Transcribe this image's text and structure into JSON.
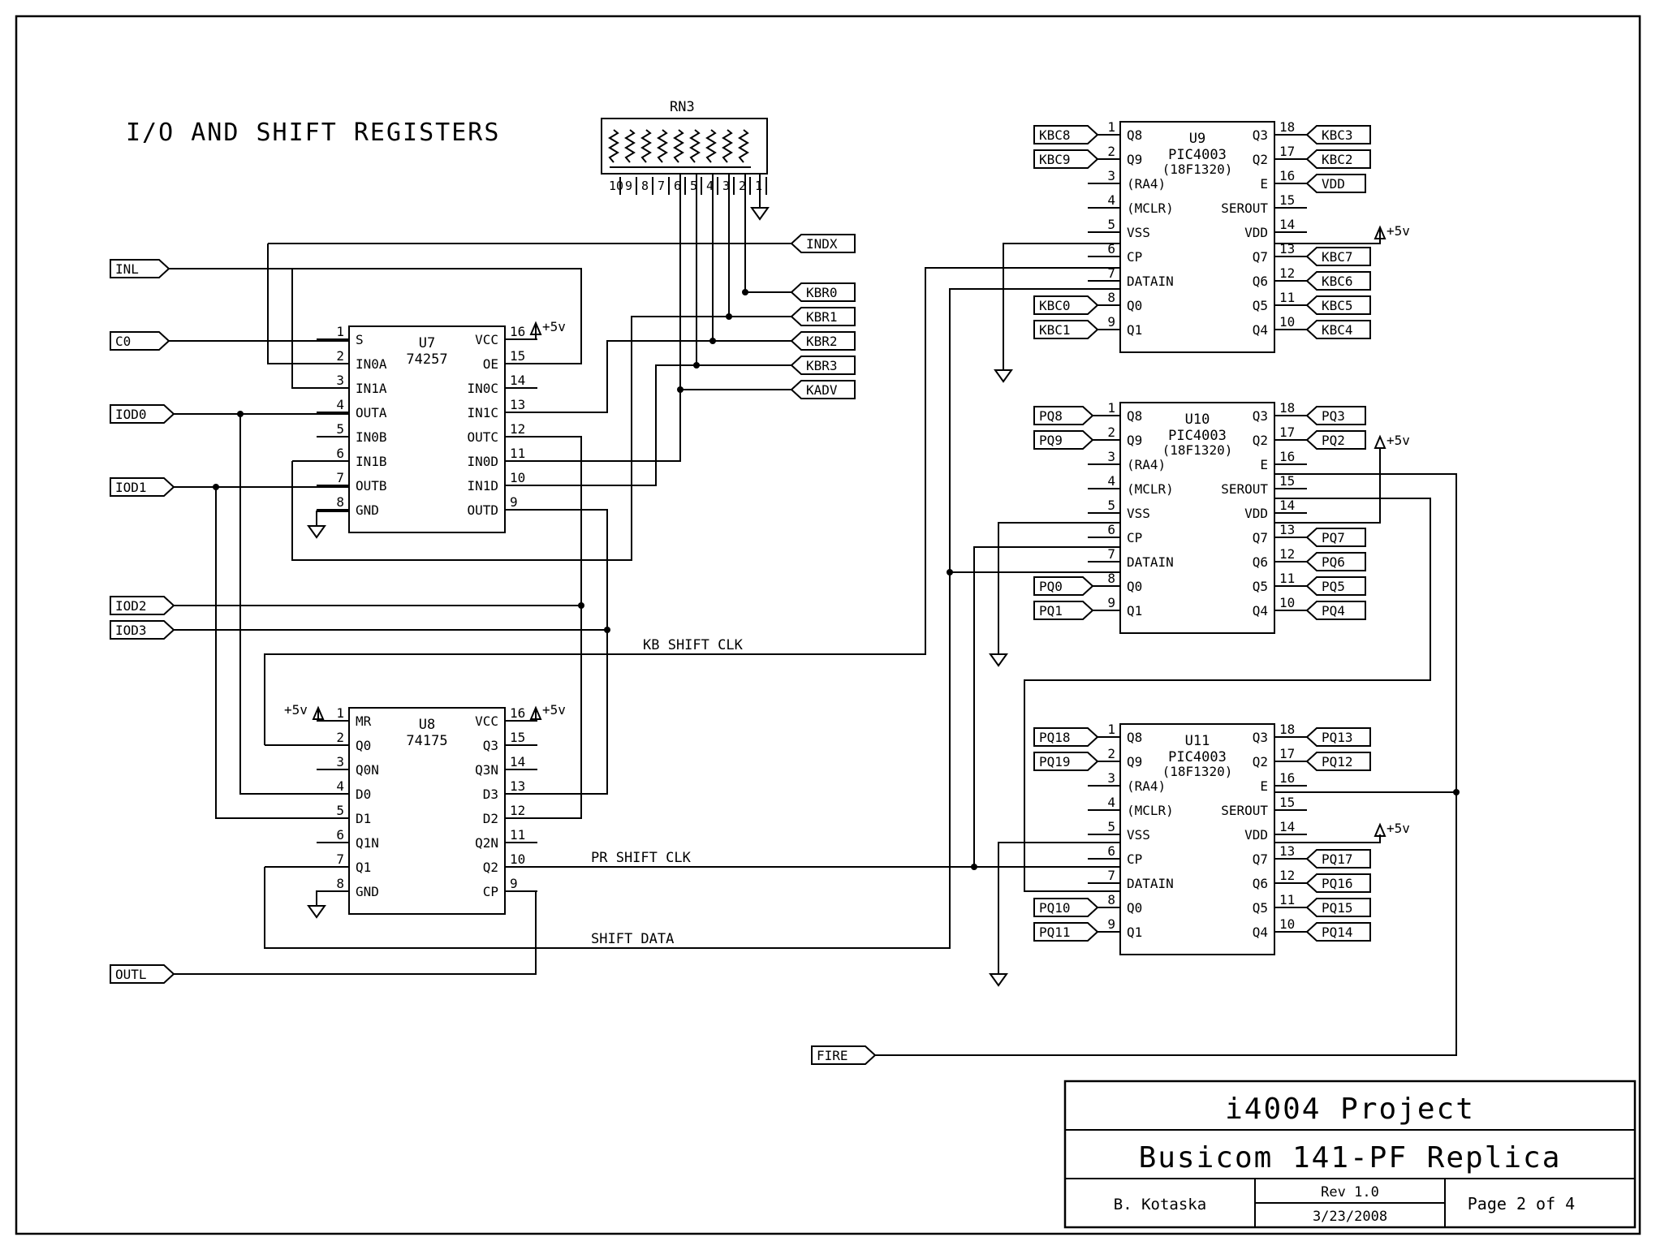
{
  "title": "I/O AND SHIFT REGISTERS",
  "rn3": {
    "ref": "RN3",
    "pins": [
      "10",
      "9",
      "8",
      "7",
      "6",
      "5",
      "4",
      "3",
      "2",
      "1"
    ]
  },
  "ports": {
    "inputs": [
      "INL",
      "C0",
      "IOD0",
      "IOD1",
      "IOD2",
      "IOD3",
      "OUTL",
      "FIRE"
    ],
    "outputs": [
      "INDX",
      "KBR0",
      "KBR1",
      "KBR2",
      "KBR3",
      "KADV"
    ],
    "u9_left": [
      "KBC8",
      "KBC9",
      "KBC0",
      "KBC1"
    ],
    "u9_right": [
      "KBC3",
      "KBC2",
      "VDD",
      "KBC7",
      "KBC6",
      "KBC5",
      "KBC4"
    ],
    "u10_left": [
      "PQ8",
      "PQ9",
      "PQ0",
      "PQ1"
    ],
    "u10_right": [
      "PQ3",
      "PQ2",
      "PQ7",
      "PQ6",
      "PQ5",
      "PQ4"
    ],
    "u11_left": [
      "PQ18",
      "PQ19",
      "PQ10",
      "PQ11"
    ],
    "u11_right": [
      "PQ13",
      "PQ12",
      "PQ17",
      "PQ16",
      "PQ15",
      "PQ14"
    ]
  },
  "chips": {
    "u7": {
      "ref": "U7",
      "part": "74257",
      "left_pins": [
        "1",
        "2",
        "3",
        "4",
        "5",
        "6",
        "7",
        "8"
      ],
      "left_names": [
        "S",
        "IN0A",
        "IN1A",
        "OUTA",
        "IN0B",
        "IN1B",
        "OUTB",
        "GND"
      ],
      "right_pins": [
        "16",
        "15",
        "14",
        "13",
        "12",
        "11",
        "10",
        "9"
      ],
      "right_names": [
        "VCC",
        "OE",
        "IN0C",
        "IN1C",
        "OUTC",
        "IN0D",
        "IN1D",
        "OUTD"
      ]
    },
    "u8": {
      "ref": "U8",
      "part": "74175",
      "left_pins": [
        "1",
        "2",
        "3",
        "4",
        "5",
        "6",
        "7",
        "8"
      ],
      "left_names": [
        "MR",
        "Q0",
        "Q0N",
        "D0",
        "D1",
        "Q1N",
        "Q1",
        "GND"
      ],
      "right_pins": [
        "16",
        "15",
        "14",
        "13",
        "12",
        "11",
        "10",
        "9"
      ],
      "right_names": [
        "VCC",
        "Q3",
        "Q3N",
        "D3",
        "D2",
        "Q2N",
        "Q2",
        "CP"
      ]
    },
    "u9": {
      "ref": "U9",
      "part": "PIC4003",
      "variant": "(18F1320)",
      "left_pins": [
        "1",
        "2",
        "3",
        "4",
        "5",
        "6",
        "7",
        "8",
        "9"
      ],
      "left_names": [
        "Q8",
        "Q9",
        "(RA4)",
        "(MCLR)",
        "VSS",
        "CP",
        "DATAIN",
        "Q0",
        "Q1"
      ],
      "right_pins": [
        "18",
        "17",
        "16",
        "15",
        "14",
        "13",
        "12",
        "11",
        "10"
      ],
      "right_names": [
        "Q3",
        "Q2",
        "E",
        "SEROUT",
        "VDD",
        "Q7",
        "Q6",
        "Q5",
        "Q4"
      ]
    },
    "u10": {
      "ref": "U10",
      "part": "PIC4003",
      "variant": "(18F1320)",
      "left_pins": [
        "1",
        "2",
        "3",
        "4",
        "5",
        "6",
        "7",
        "8",
        "9"
      ],
      "left_names": [
        "Q8",
        "Q9",
        "(RA4)",
        "(MCLR)",
        "VSS",
        "CP",
        "DATAIN",
        "Q0",
        "Q1"
      ],
      "right_pins": [
        "18",
        "17",
        "16",
        "15",
        "14",
        "13",
        "12",
        "11",
        "10"
      ],
      "right_names": [
        "Q3",
        "Q2",
        "E",
        "SEROUT",
        "VDD",
        "Q7",
        "Q6",
        "Q5",
        "Q4"
      ]
    },
    "u11": {
      "ref": "U11",
      "part": "PIC4003",
      "variant": "(18F1320)",
      "left_pins": [
        "1",
        "2",
        "3",
        "4",
        "5",
        "6",
        "7",
        "8",
        "9"
      ],
      "left_names": [
        "Q8",
        "Q9",
        "(RA4)",
        "(MCLR)",
        "VSS",
        "CP",
        "DATAIN",
        "Q0",
        "Q1"
      ],
      "right_pins": [
        "18",
        "17",
        "16",
        "15",
        "14",
        "13",
        "12",
        "11",
        "10"
      ],
      "right_names": [
        "Q3",
        "Q2",
        "E",
        "SEROUT",
        "VDD",
        "Q7",
        "Q6",
        "Q5",
        "Q4"
      ]
    }
  },
  "power": "+5v",
  "nets": {
    "kb_shift_clk": "KB SHIFT CLK",
    "pr_shift_clk": "PR SHIFT CLK",
    "shift_data": "SHIFT DATA"
  },
  "title_block": {
    "project": "i4004 Project",
    "subtitle": "Busicom 141-PF Replica",
    "author": "B. Kotaska",
    "rev": "Rev 1.0",
    "date": "3/23/2008",
    "page": "Page 2 of 4"
  }
}
